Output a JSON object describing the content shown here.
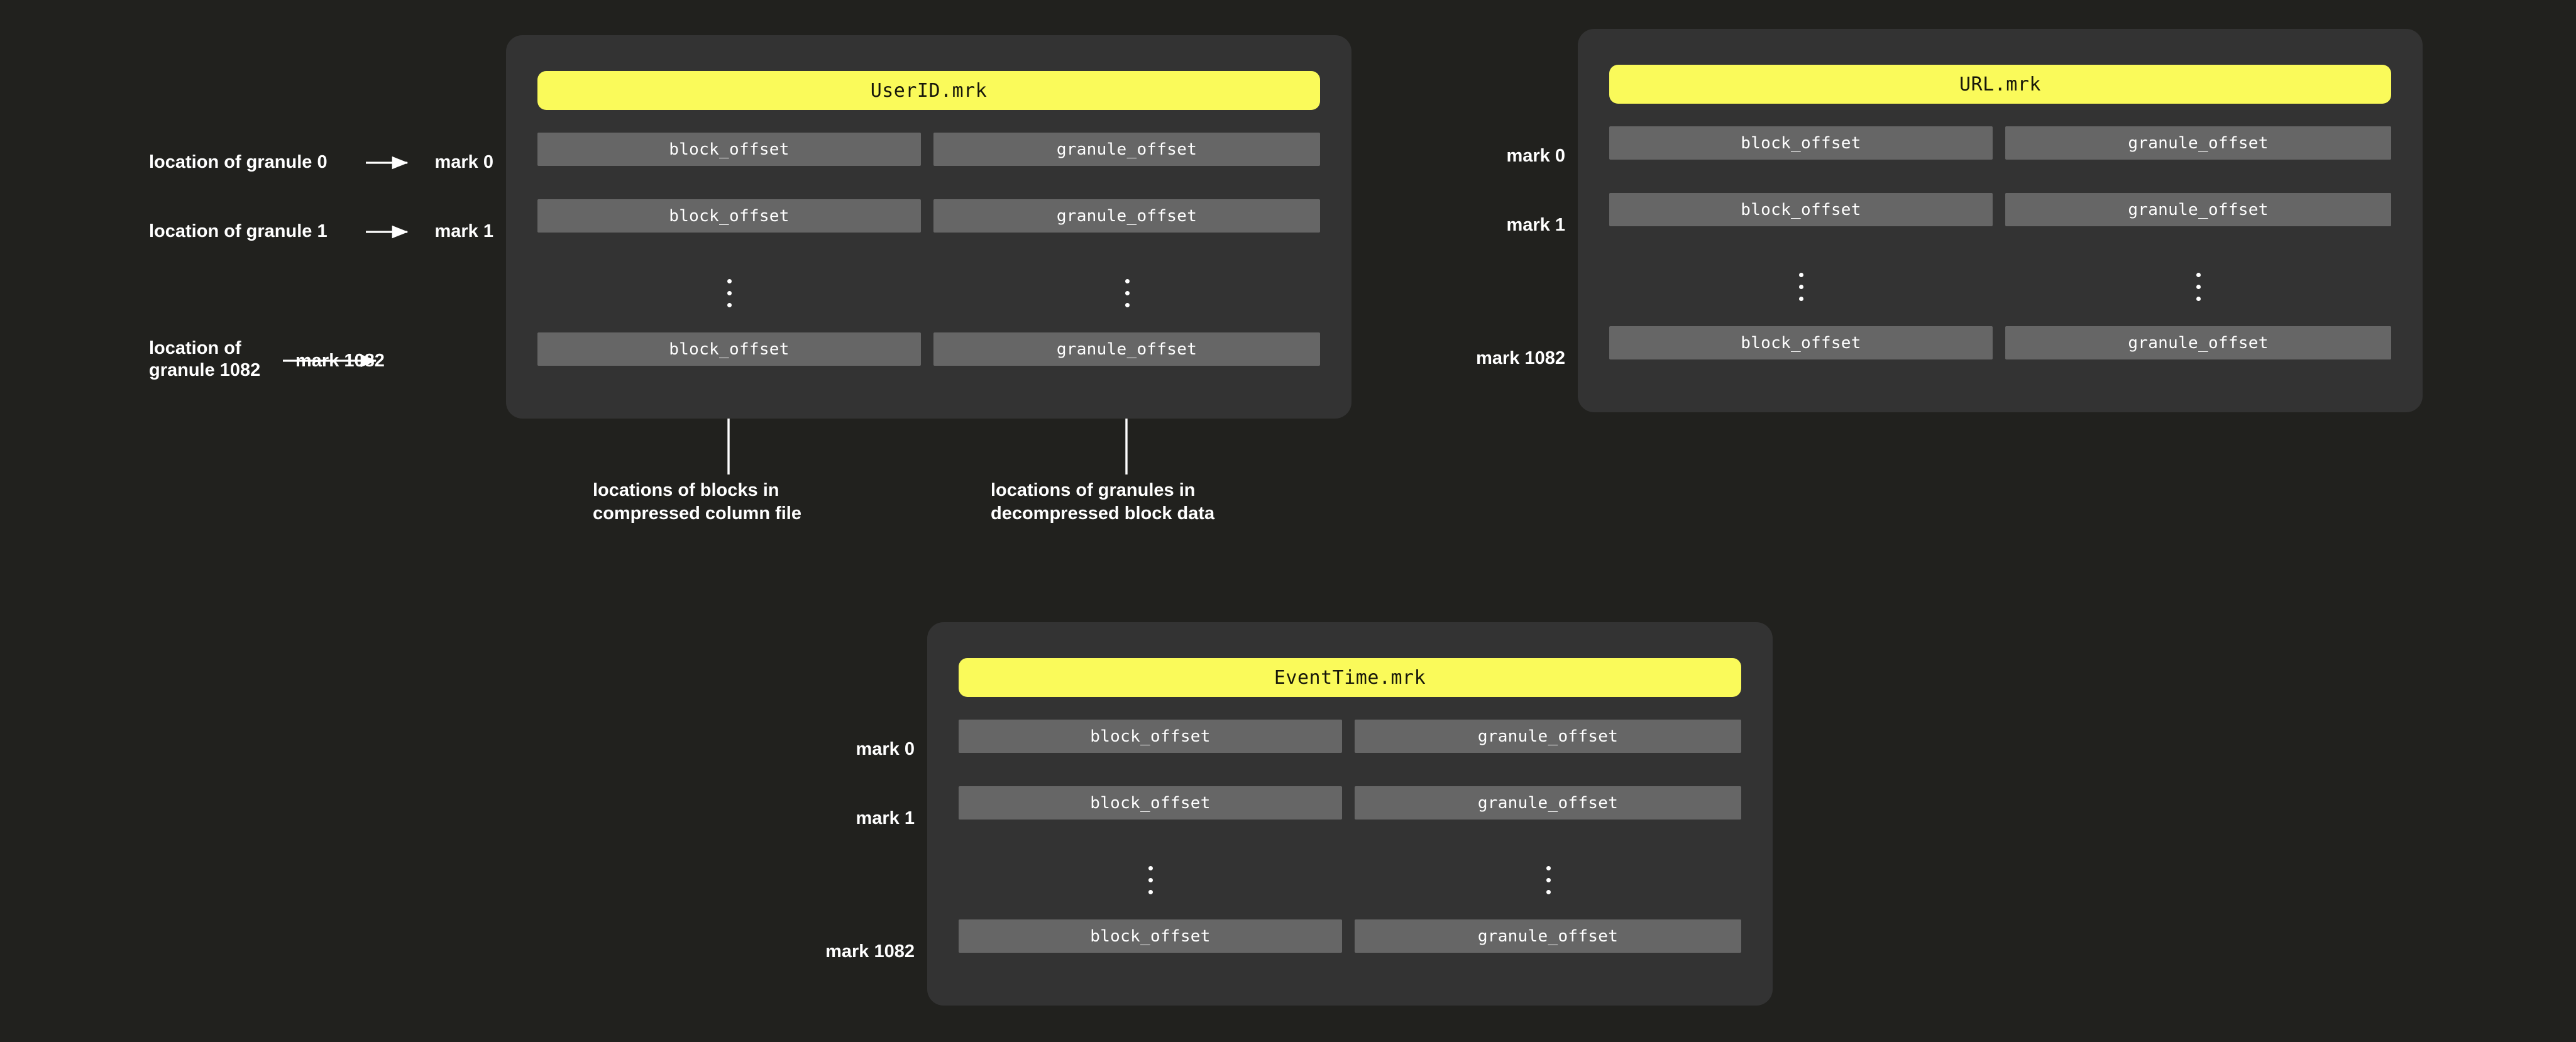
{
  "page": {
    "background_color": "#21211E",
    "card_background_color": "#333333",
    "title_color": "#FAFA5A",
    "cell_color": "#666666",
    "text_color": "#FFFFFF"
  },
  "columns": {
    "block_offset": "block_offset",
    "granule_offset": "granule_offset",
    "ellipsis": "⋮"
  },
  "cards": [
    {
      "id": "userid",
      "title": "UserID.mrk",
      "rows": [
        {
          "mark": "mark 0",
          "block_offset": "block_offset",
          "granule_offset": "granule_offset"
        },
        {
          "mark": "mark 1",
          "block_offset": "block_offset",
          "granule_offset": "granule_offset"
        },
        {
          "mark": "",
          "block_offset": "⋮",
          "granule_offset": "⋮"
        },
        {
          "mark": "mark 1082",
          "block_offset": "block_offset",
          "granule_offset": "granule_offset"
        }
      ]
    },
    {
      "id": "url",
      "title": "URL.mrk",
      "rows": [
        {
          "mark": "mark 0",
          "block_offset": "block_offset",
          "granule_offset": "granule_offset"
        },
        {
          "mark": "mark 1",
          "block_offset": "block_offset",
          "granule_offset": "granule_offset"
        },
        {
          "mark": "",
          "block_offset": "⋮",
          "granule_offset": "⋮"
        },
        {
          "mark": "mark 1082",
          "block_offset": "block_offset",
          "granule_offset": "granule_offset"
        }
      ]
    },
    {
      "id": "eventtime",
      "title": "EventTime.mrk",
      "rows": [
        {
          "mark": "mark 0",
          "block_offset": "block_offset",
          "granule_offset": "granule_offset"
        },
        {
          "mark": "mark 1",
          "block_offset": "block_offset",
          "granule_offset": "granule_offset"
        },
        {
          "mark": "",
          "block_offset": "⋮",
          "granule_offset": "⋮"
        },
        {
          "mark": "mark 1082",
          "block_offset": "block_offset",
          "granule_offset": "granule_offset"
        }
      ]
    }
  ],
  "granule_mappings": [
    {
      "source": "location of granule 0",
      "target": "mark 0"
    },
    {
      "source": "location of granule 1",
      "target": "mark 1"
    },
    {
      "source": "location of\ngranule 1082",
      "target": "mark 1082"
    }
  ],
  "annotations": [
    {
      "id": "blocks",
      "line1": "locations of blocks in",
      "line2": "compressed column file"
    },
    {
      "id": "granules",
      "line1": "locations of granules in",
      "line2": "decompressed block data"
    }
  ]
}
